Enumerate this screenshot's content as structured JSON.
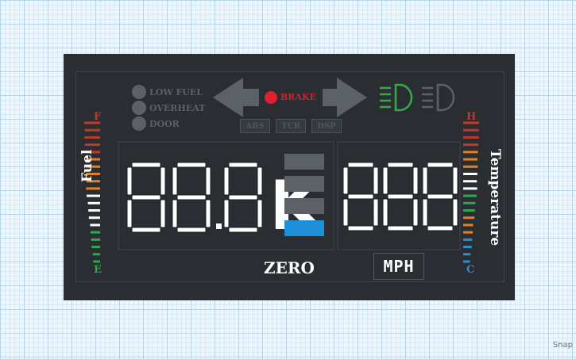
{
  "colors": {
    "dashboard": "#2a2e33",
    "inactive": "#5b6167",
    "segment_on": "#ffffff",
    "segment_off": "#3a4148",
    "brake_dot": "#e0202d",
    "brake_text": "#c9242d",
    "headlight_on": "#3aa84a",
    "fuel_gradient": [
      "#c0392b",
      "#e67e22",
      "#ffffff",
      "#2ea84a"
    ],
    "temp_gradient": [
      "#c0392b",
      "#e67e22",
      "#ffffff",
      "#2ea84a",
      "#e67e22",
      "#2f8fd2"
    ]
  },
  "warning_lamps": [
    {
      "label": "LOW FUEL",
      "icon": "low-fuel-lamp"
    },
    {
      "label": "OVERHEAT",
      "icon": "overheat-lamp"
    },
    {
      "label": "DOOR",
      "icon": "door-lamp"
    }
  ],
  "turn_signals": {
    "left": "left-arrow-icon",
    "right": "right-arrow-icon"
  },
  "brake": {
    "label": "BRAKE",
    "icon": "brake-dot-icon"
  },
  "headlights": [
    {
      "icon": "low-beam-icon",
      "state": "on"
    },
    {
      "icon": "high-beam-icon",
      "state": "off"
    }
  ],
  "assist_buttons": [
    "ABS",
    "TCR",
    "DSP"
  ],
  "fuel_gauge": {
    "label": "Fuel",
    "top_mark": "F",
    "bottom_mark": "E",
    "level": 0.55
  },
  "temp_gauge": {
    "label": "Temperature",
    "top_mark": "H",
    "bottom_mark": "C",
    "level": 0.45
  },
  "odometer": {
    "display": "88.8K",
    "unit_letter": "K",
    "bars_lit": 1,
    "bars_total": 4,
    "bar_active_color": "#1d8fd8"
  },
  "speed": {
    "display": "888",
    "unit": "MPH"
  },
  "footer": {
    "label": "ZERO"
  },
  "watermark": "Snap"
}
